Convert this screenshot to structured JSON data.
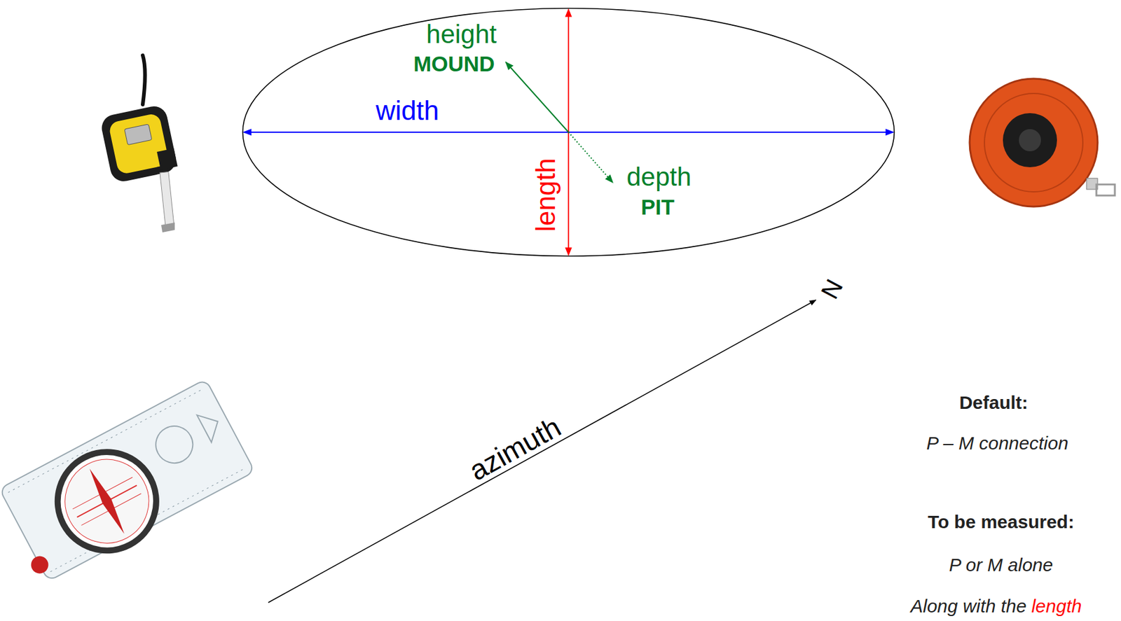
{
  "diagram": {
    "nodes": [
      {
        "text": [
          "height",
          "MOUND",
          "width",
          "length",
          "depth",
          "PIT"
        ]
      }
    ],
    "labels": [
      "azimuth",
      "N",
      "Default:",
      "P – M connection",
      "To be measured:",
      "P or M alone",
      "Along with the",
      "length"
    ]
  }
}
